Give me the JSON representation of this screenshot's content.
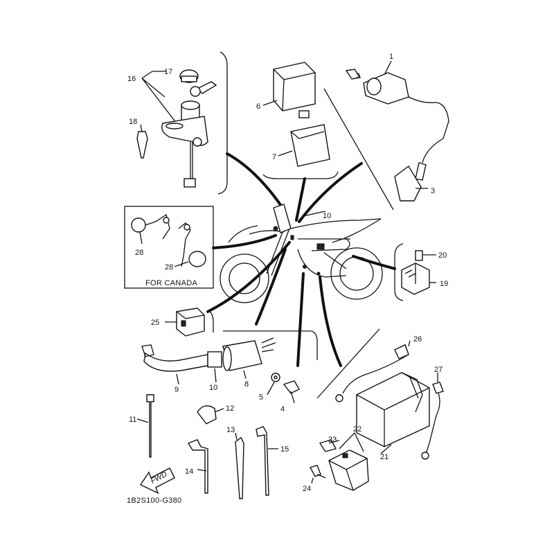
{
  "diagram": {
    "note_canada": "FOR CANADA",
    "diagram_code": "1B2S100-G380",
    "fwd_label": "FWD",
    "callouts": {
      "c1": "1",
      "c2": "2",
      "c3": "3",
      "c4": "4",
      "c5": "5",
      "c6": "6",
      "c7": "7",
      "c8": "8",
      "c9": "9",
      "c10a": "10",
      "c10b": "10",
      "c11": "11",
      "c12": "12",
      "c13": "13",
      "c14": "14",
      "c15": "15",
      "c16": "16",
      "c17": "17",
      "c18": "18",
      "c19": "19",
      "c20": "20",
      "c21": "21",
      "c22": "22",
      "c23": "23",
      "c24": "24",
      "c25": "25",
      "c26": "26",
      "c27": "27",
      "c28a": "28",
      "c28b": "28"
    }
  }
}
